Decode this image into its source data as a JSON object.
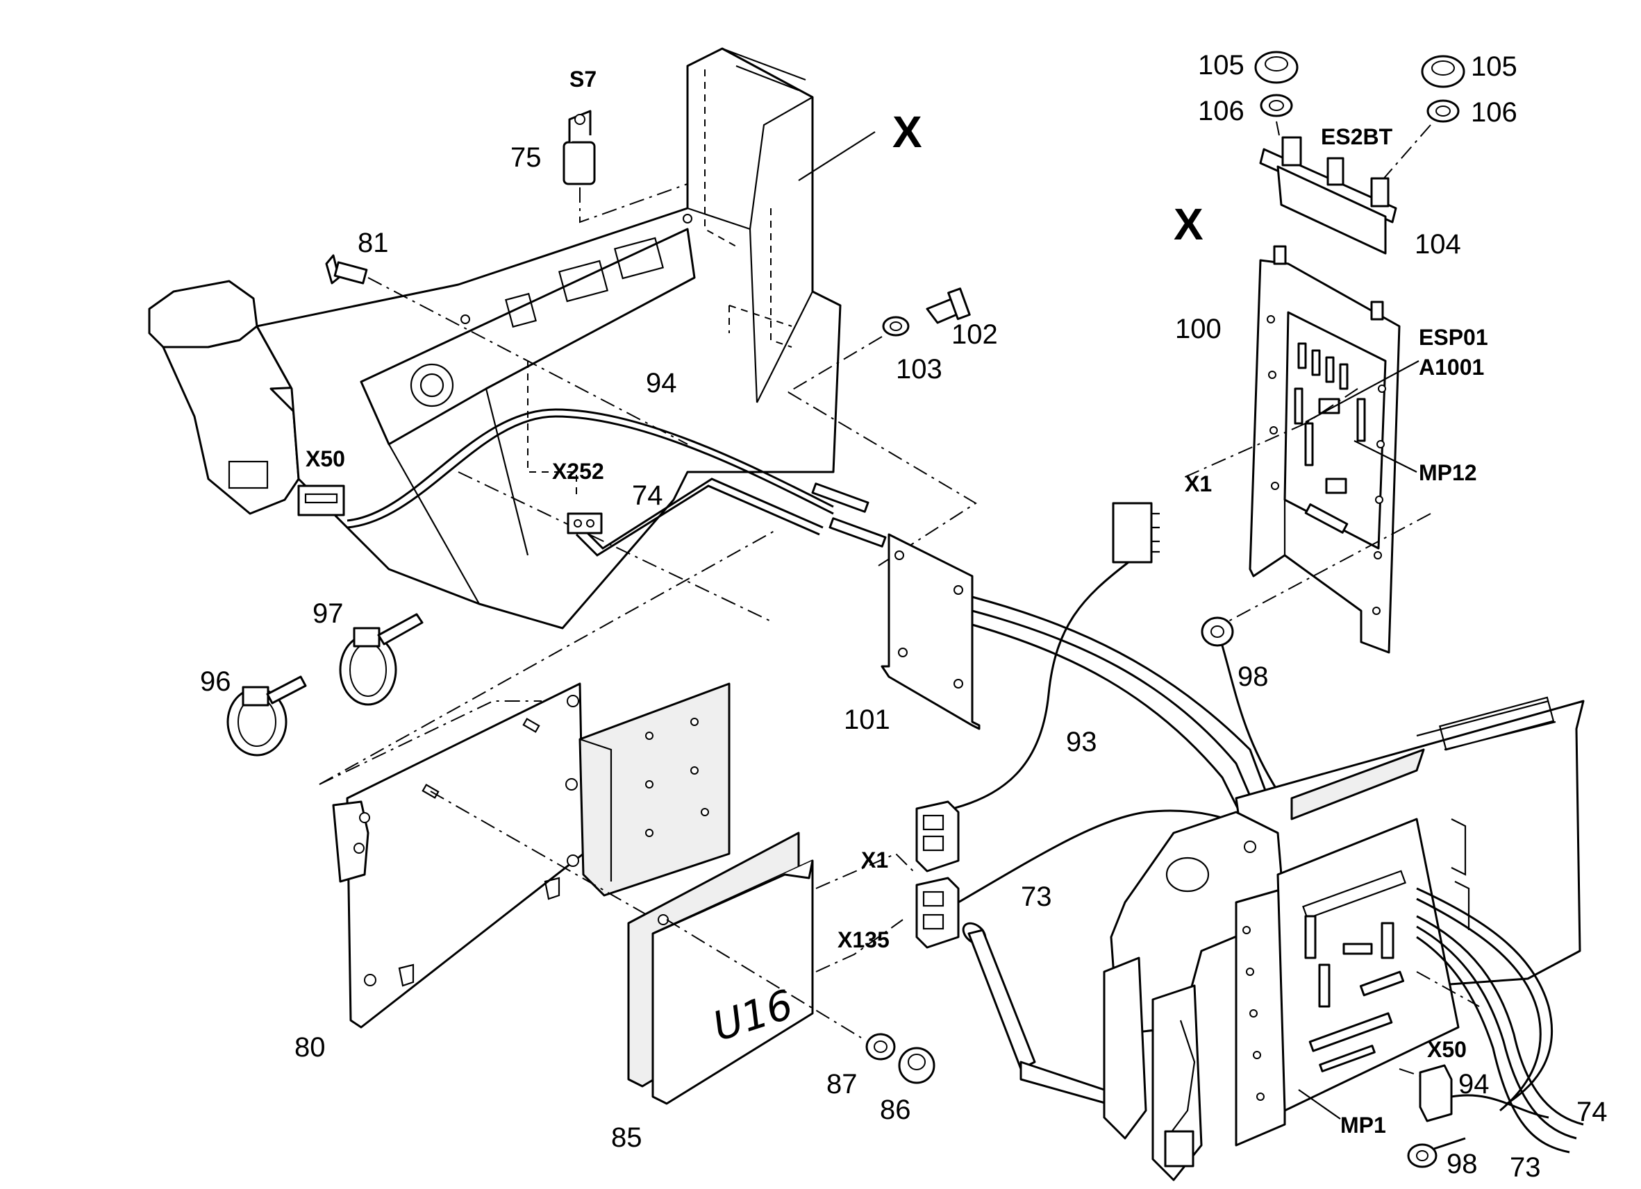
{
  "labels": {
    "s7": "S7",
    "n75": "75",
    "x_top": "X",
    "n81": "81",
    "n102": "102",
    "n103": "103",
    "n94": "94",
    "x50_left": "X50",
    "x252": "X252",
    "n74": "74",
    "n105_l": "105",
    "n105_r": "105",
    "n106_l": "106",
    "n106_r": "106",
    "es2bt": "ES2BT",
    "x_right": "X",
    "n104": "104",
    "n100": "100",
    "esp01": "ESP01",
    "a1001": "A1001",
    "x1_top": "X1",
    "mp12": "MP12",
    "n97": "97",
    "n96": "96",
    "n98_top": "98",
    "n101": "101",
    "n93": "93",
    "x1_mid": "X1",
    "n73_mid": "73",
    "x135": "X135",
    "n80": "80",
    "u16": "U16",
    "n87": "87",
    "n86": "86",
    "n85": "85",
    "x50_right": "X50",
    "n94_right": "94",
    "n74_right": "74",
    "mp1": "MP1",
    "n98_bottom": "98",
    "n73_bottom": "73"
  }
}
